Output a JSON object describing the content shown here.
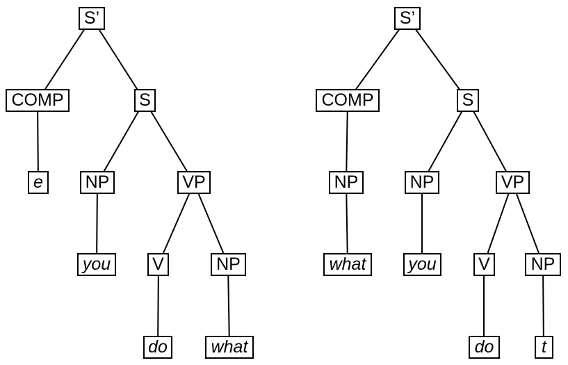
{
  "figure": {
    "kind": "syntax-trees",
    "colors": {
      "line": "#000000",
      "background": "#ffffff",
      "text": "#000000"
    }
  },
  "trees": [
    {
      "id": "left",
      "nodes": {
        "s_bar": "S’",
        "comp": "COMP",
        "s": "S",
        "e": "e",
        "np_subject": "NP",
        "vp": "VP",
        "you": "you",
        "v": "V",
        "np_object": "NP",
        "do": "do",
        "what": "what"
      }
    },
    {
      "id": "right",
      "nodes": {
        "s_bar": "S’",
        "comp": "COMP",
        "s": "S",
        "np_comp": "NP",
        "what_fronted": "what",
        "np_subject": "NP",
        "you": "you",
        "vp": "VP",
        "v": "V",
        "np_object": "NP",
        "do": "do",
        "t": "t"
      }
    }
  ]
}
